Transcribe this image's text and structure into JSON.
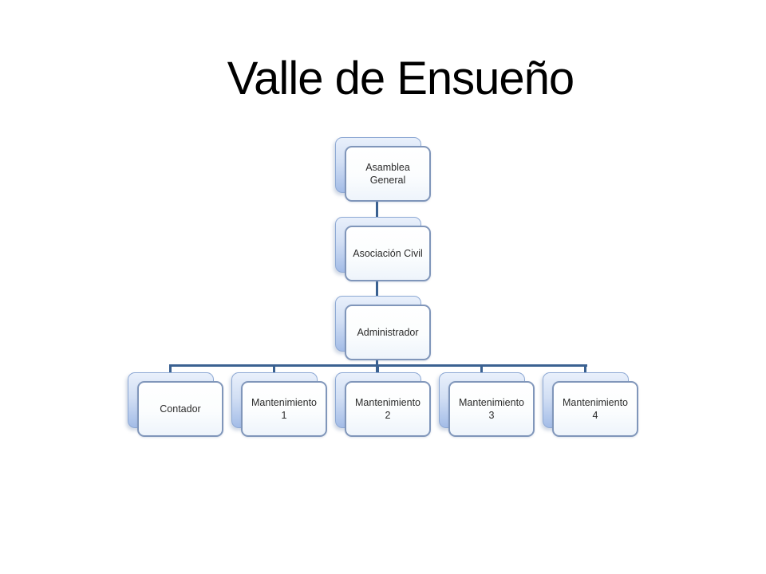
{
  "slide": {
    "title": "Valle de Ensueño"
  },
  "org_chart": {
    "type": "hierarchy",
    "nodes": [
      {
        "label": "Asamblea General",
        "level": 1
      },
      {
        "label": "Asociación Civil",
        "level": 2
      },
      {
        "label": "Administrador",
        "level": 3
      },
      {
        "label": "Contador",
        "level": 4
      },
      {
        "label": "Mantenimiento 1",
        "level": 4
      },
      {
        "label": "Mantenimiento 2",
        "level": 4
      },
      {
        "label": "Mantenimiento 3",
        "level": 4
      },
      {
        "label": "Mantenimiento 4",
        "level": 4
      }
    ],
    "colors": {
      "connector": "#3a6191",
      "node_border": "#8096ba",
      "back_border": "#8ea9d4",
      "back_top": "#e9f0fb",
      "back_bottom": "#a3bce7",
      "front_fill": "#fbfdfe",
      "title_color": "#000000",
      "label_color": "#2b2b2b",
      "background": "#ffffff"
    }
  }
}
